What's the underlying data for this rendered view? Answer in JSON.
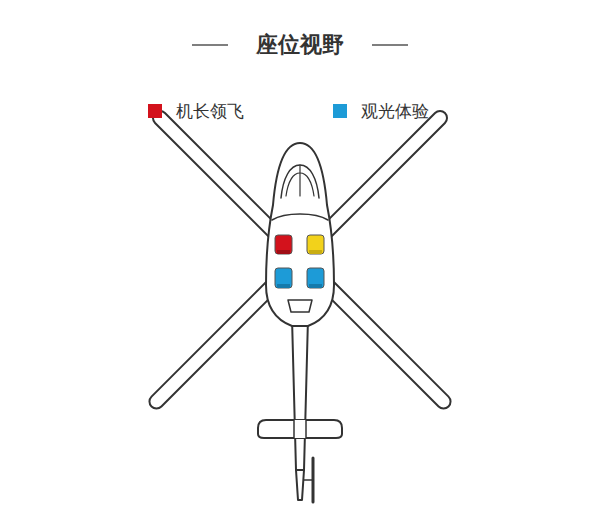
{
  "diagram": {
    "title": "座位视野",
    "legend": [
      {
        "text": "机长领飞",
        "color": "#d3121c"
      },
      {
        "text": "观光体验",
        "color": "#1d9bd7"
      }
    ]
  }
}
